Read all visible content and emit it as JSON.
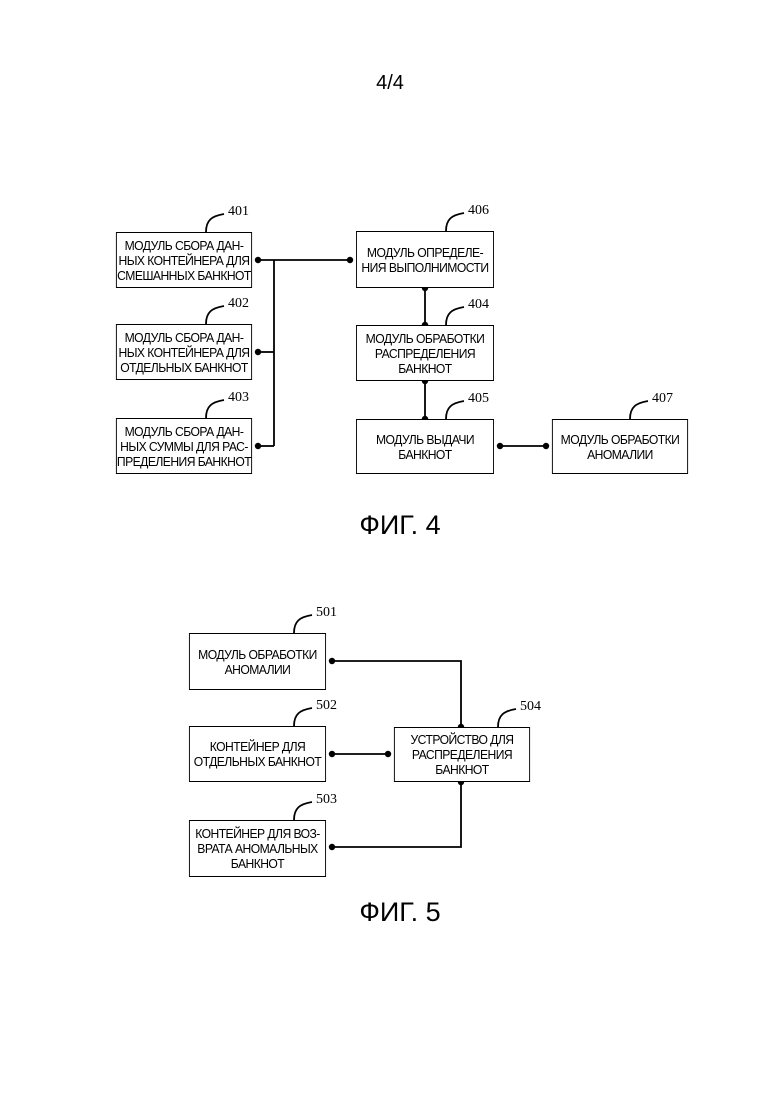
{
  "page_number": "4/4",
  "fig4": {
    "label": "ФИГ. 4",
    "boxes": {
      "b401": {
        "ref": "401",
        "text": "МОДУЛЬ СБОРА ДАН-\nНЫХ КОНТЕЙНЕРА ДЛЯ\nСМЕШАННЫХ БАНКНОТ"
      },
      "b402": {
        "ref": "402",
        "text": "МОДУЛЬ СБОРА ДАН-\nНЫХ КОНТЕЙНЕРА ДЛЯ\nОТДЕЛЬНЫХ БАНКНОТ"
      },
      "b403": {
        "ref": "403",
        "text": "МОДУЛЬ СБОРА ДАН-\nНЫХ СУММЫ ДЛЯ РАС-\nПРЕДЕЛЕНИЯ БАНКНОТ"
      },
      "b406": {
        "ref": "406",
        "text": "МОДУЛЬ ОПРЕДЕЛЕ-\nНИЯ ВЫПОЛНИМОСТИ"
      },
      "b404": {
        "ref": "404",
        "text": "МОДУЛЬ ОБРАБОТКИ\nРАСПРЕДЕЛЕНИЯ\nБАНКНОТ"
      },
      "b405": {
        "ref": "405",
        "text": "МОДУЛЬ ВЫДАЧИ\nБАНКНОТ"
      },
      "b407": {
        "ref": "407",
        "text": "МОДУЛЬ ОБРАБОТКИ\nАНОМАЛИИ"
      }
    }
  },
  "fig5": {
    "label": "ФИГ. 5",
    "boxes": {
      "b501": {
        "ref": "501",
        "text": "МОДУЛЬ ОБРАБОТКИ\nАНОМАЛИИ"
      },
      "b502": {
        "ref": "502",
        "text": "КОНТЕЙНЕР ДЛЯ\nОТДЕЛЬНЫХ БАНКНОТ"
      },
      "b503": {
        "ref": "503",
        "text": "КОНТЕЙНЕР ДЛЯ ВОЗ-\nВРАТА АНОМАЛЬНЫХ\nБАНКНОТ"
      },
      "b504": {
        "ref": "504",
        "text": "УСТРОЙСТВО ДЛЯ\nРАСПРЕДЕЛЕНИЯ\nБАНКНОТ"
      }
    }
  }
}
